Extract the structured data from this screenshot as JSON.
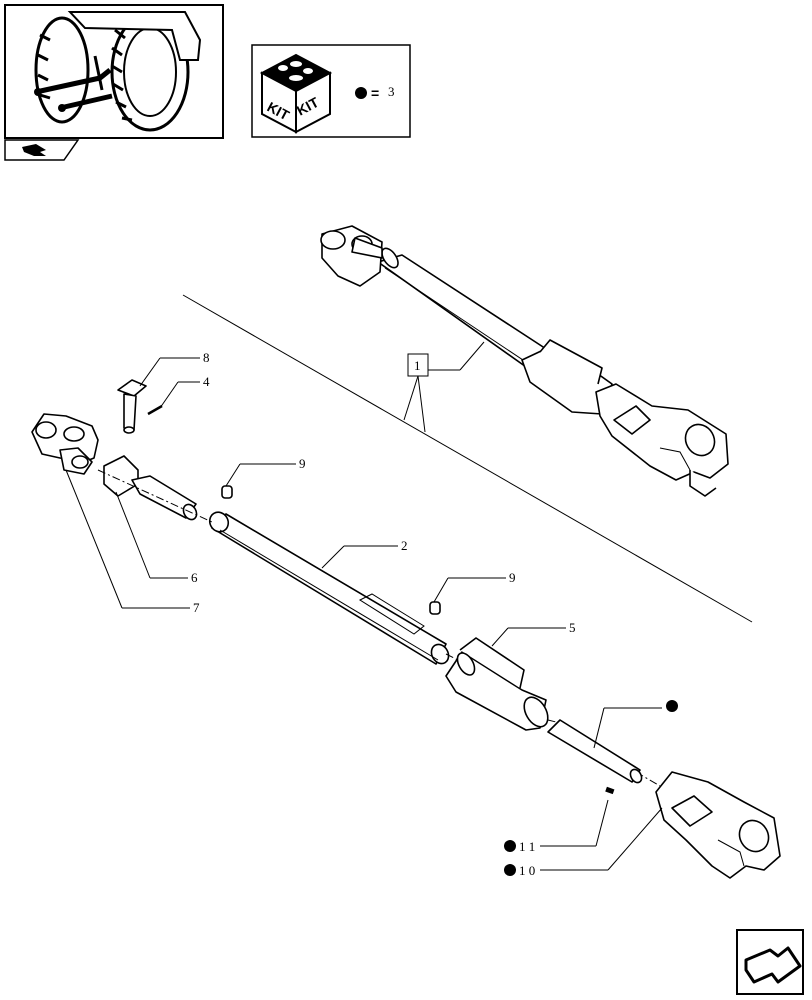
{
  "kit_legend": {
    "kit_labels": [
      "KIT",
      "KIT"
    ],
    "equals": "=",
    "kit_number": "3"
  },
  "callouts": {
    "c1": "1",
    "c2": "2",
    "c4": "4",
    "c5": "5",
    "c6": "6",
    "c7": "7",
    "c8": "8",
    "c9a": "9",
    "c9b": "9",
    "c10": "1 0",
    "c11": "1 1"
  },
  "icons": {
    "overview": "tractor-rear-linkage-thumbnail",
    "nav_back": "back-arrow-icon",
    "nav_forward": "forward-arrow-icon",
    "kit_marker": "filled-circle-bullet"
  }
}
